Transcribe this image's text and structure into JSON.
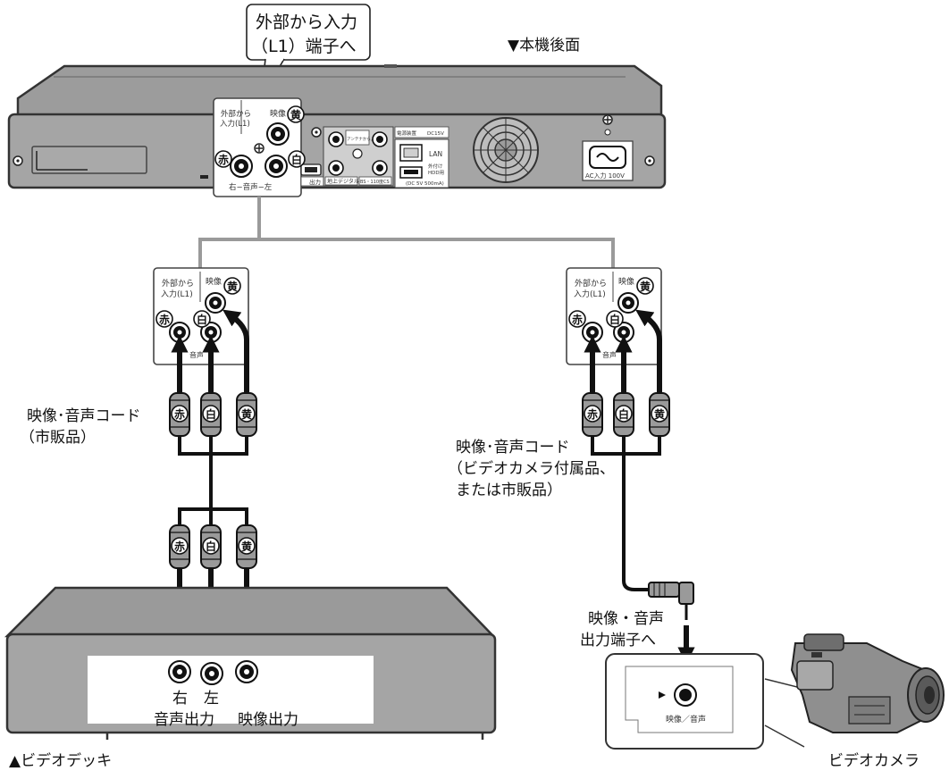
{
  "callout_top": {
    "line1": "外部から入力",
    "line2": "（L1）端子へ"
  },
  "rear_label": "▼本機後面",
  "rear_panel": {
    "input_label1": "外部から",
    "input_label2": "入力(L1)",
    "video": "映像",
    "audio_lr": "右−音声−左",
    "hdmi": "出力",
    "antenna_in": "アンテナから入力",
    "ground_digital": "地上デジタル",
    "bs": "BS・110度CS",
    "power_label": "電源装置",
    "dc": "DC15V",
    "lan": "LAN",
    "hdd1": "外付け",
    "hdd2": "HDD用",
    "hdd3": "(DC 5V 500mA)",
    "ac": "AC入力 100V"
  },
  "left_panel": {
    "line1": "外部から",
    "line2": "入力(L1)",
    "video": "映像",
    "audio": "音声"
  },
  "right_panel": {
    "line1": "外部から",
    "line2": "入力(L1)",
    "video": "映像",
    "audio": "音声"
  },
  "badges": {
    "red": "赤",
    "white": "白",
    "yellow": "黄"
  },
  "cord_left": {
    "line1": "映像･音声コード",
    "line2": "（市販品）"
  },
  "cord_right": {
    "line1": "映像･音声コード",
    "line2": "（ビデオカメラ付属品、",
    "line3": "または市販品）"
  },
  "cam_terminal": {
    "line1": "映像・音声",
    "line2": "出力端子へ"
  },
  "cam_jack_label": "映像／音声",
  "deck_out": {
    "right": "右",
    "left": "左",
    "audio_out": "音声出力",
    "video_out": "映像出力"
  },
  "deck_caption": "▲ビデオデッキ",
  "camera_caption": "ビデオカメラ"
}
